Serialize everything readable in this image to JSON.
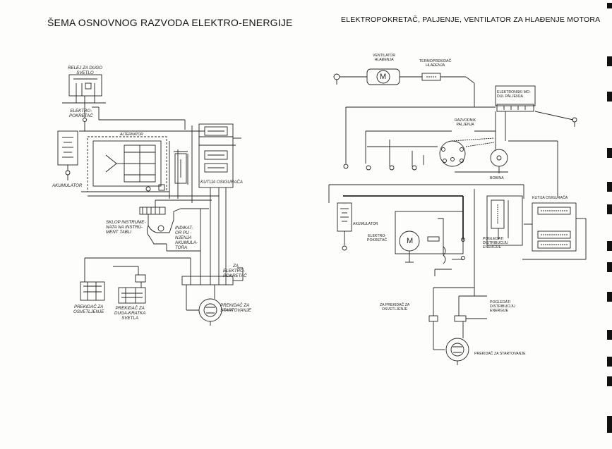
{
  "titles": {
    "left": "ŠEMA OSNOVNOG RAZVODA ELEKTRO-ENERGIJE",
    "right": "ELEKTROPOKRETAČ, PALJENJE, VENTILATOR ZA HLAĐENJE MOTORA"
  },
  "left_diagram": {
    "releji": [
      "RELEJ ZA DUGO",
      "SVETLO"
    ],
    "elektropokretac_top": [
      "ELEKTRO-",
      "POKRETAČ"
    ],
    "alternator": "ALTERNATOR",
    "akumulator": "AKUMULATOR",
    "kutija": "KUTIJA OSIGURAČA",
    "sklop": [
      "SKLOP INSTRUME-",
      "NATA NA INSTRU-",
      "MENT TABLI"
    ],
    "indikator": [
      "INDIKAT-",
      "OR PU -",
      "NJENJA",
      "AKUMULA-",
      "TORA"
    ],
    "za_elektropokretac": [
      "ZA",
      "ELEKTRO-",
      "POKRETAČ"
    ],
    "prekidac_startovanje": [
      "PREKIDAČ ZA",
      "STARTOVANJE"
    ],
    "prekidac_osvetljenje": [
      "PREKIDAČ ZA",
      "OSVETLJENJE"
    ],
    "prekidac_svetla": [
      "PREKIDAČ ZA",
      "DUGA-KRATKA",
      "SVETLA"
    ]
  },
  "right_diagram": {
    "ventilator": [
      "VENTILATOR",
      "HLAĐENJA"
    ],
    "termoprekidac": [
      "TERMOPREKIDAČ",
      "HLAĐENJA"
    ],
    "modul": [
      "ELEKTRONSKI MO-",
      "DUL PALJENJA"
    ],
    "razvodnik": [
      "RAZVODNIK",
      "PALJENJA"
    ],
    "bobina": "BOBINA",
    "kutija": "KUTIJA OSIGURAČA",
    "akumulator": "AKUMULATOR",
    "elektropokretac": [
      "ELEKTRO-",
      "POKRETAČ"
    ],
    "motor_symbol": "M",
    "ventilator_symbol": "M",
    "podsetati_1": [
      "POGLEDATI",
      "DISTRIBUCIJU",
      "ENERGIJE"
    ],
    "za_prekidac": [
      "ZA PREKIDAČ ZA",
      "OSVETLJENJE"
    ],
    "podsetati_2": [
      "POGLEDATI",
      "DISTRIBUCIJU",
      "ENERGIJE"
    ],
    "prekidac_startovanje": "PREKIDAČ ZA STARTOVANJE"
  }
}
